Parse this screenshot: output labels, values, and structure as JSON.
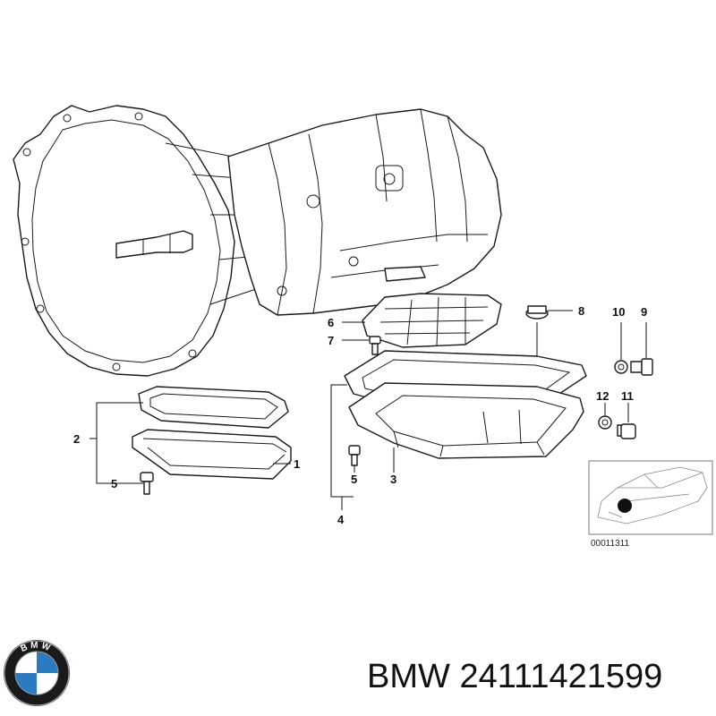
{
  "callouts": {
    "c1": "1",
    "c2": "2",
    "c3": "3",
    "c4": "4",
    "c5a": "5",
    "c5b": "5",
    "c6": "6",
    "c7": "7",
    "c8": "8",
    "c9": "9",
    "c10": "10",
    "c11": "11",
    "c12": "12"
  },
  "inset": {
    "code": "00011311"
  },
  "logo": {
    "text": "BMW",
    "colors": {
      "blue": "#2a7bc1",
      "ring": "#1a1a1a",
      "white": "#ffffff"
    }
  },
  "footer": {
    "brand": "BMW",
    "part_number": "24111421599"
  },
  "colors": {
    "line": "#1a1a1a",
    "background": "#ffffff"
  }
}
